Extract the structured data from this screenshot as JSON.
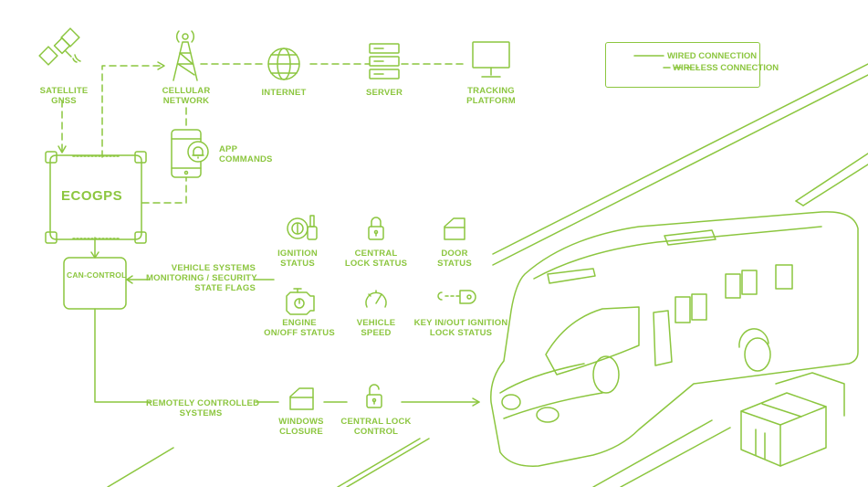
{
  "colors": {
    "accent": "#8cc63f"
  },
  "legend": {
    "wired": "WIRED CONNECTION",
    "wireless": "WIRELESS CONNECTION"
  },
  "device": {
    "brand": "ECOGPS",
    "can_control": "CAN-CONTROL"
  },
  "nodes": {
    "satellite": [
      "SATELLITE",
      "GNSS"
    ],
    "cellular": [
      "CELLULAR",
      "NETWORK"
    ],
    "internet": [
      "INTERNET"
    ],
    "server": [
      "SERVER"
    ],
    "tracking": [
      "TRACKING",
      "PLATFORM"
    ],
    "app": [
      "APP",
      "COMMANDS"
    ]
  },
  "monitoring": {
    "title": [
      "VEHICLE SYSTEMS",
      "MONITORING / SECURITY",
      "STATE FLAGS"
    ],
    "ignition": [
      "IGNITION",
      "STATUS"
    ],
    "central_lock": [
      "CENTRAL",
      "LOCK STATUS"
    ],
    "door": [
      "DOOR",
      "STATUS"
    ],
    "engine": [
      "ENGINE",
      "ON/OFF STATUS"
    ],
    "speed": [
      "VEHICLE",
      "SPEED"
    ],
    "key": [
      "KEY IN/OUT IGNITION",
      "LOCK STATUS"
    ]
  },
  "control": {
    "title": [
      "REMOTELY CONTROLLED",
      "SYSTEMS"
    ],
    "windows": [
      "WINDOWS",
      "CLOSURE"
    ],
    "lock_control": [
      "CENTRAL LOCK",
      "CONTROL"
    ]
  }
}
